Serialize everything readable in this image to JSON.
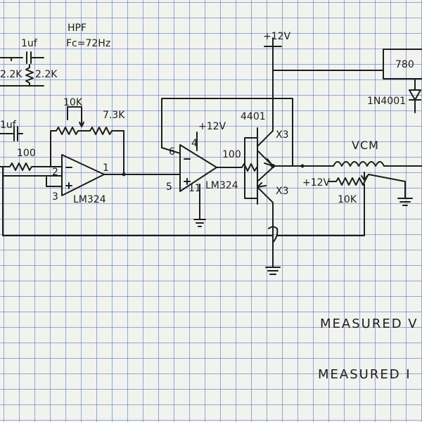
{
  "labels": {
    "hpf": "HPF",
    "fc": "Fc=72Hz",
    "c1": "1uf",
    "c2": "1uf",
    "r22k_a": "2.2K",
    "r22k_b": "2.2K",
    "r10k_fb": "10K",
    "r73k": "7.3K",
    "r100_in": "100",
    "pin2": "2",
    "pin3": "3",
    "pin1": "1",
    "opamp1": "LM324",
    "pin6": "6",
    "pin4": "4",
    "pin5": "5",
    "pin11": "11",
    "v12_op": "+12V",
    "r100_b": "100",
    "opamp2": "LM324",
    "transistor": "4401",
    "x3_top": "X3",
    "x3_bot": "X3",
    "v12_top": "+12V",
    "reg": "780",
    "diode": "1N4001",
    "vcm": "VCM",
    "v12_pot": "+12V",
    "r10k_pot": "10K",
    "measured_v": "MEASURED V",
    "measured_i": "MEASURED I"
  }
}
